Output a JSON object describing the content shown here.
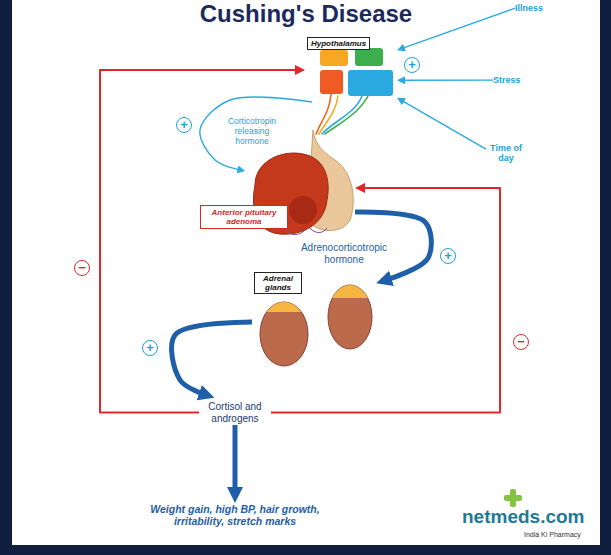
{
  "diagram": {
    "title": "Cushing's Disease",
    "nodes": [
      {
        "text": [
          "Illness"
        ]
      },
      {
        "text": [
          "Hypothalamus"
        ]
      },
      {
        "text": [
          "Stress"
        ]
      },
      {
        "text": [
          "Time of day"
        ]
      },
      {
        "text": [
          "Anterior pituitary adenoma"
        ]
      },
      {
        "text": [
          "Adrenal glands"
        ]
      },
      {
        "text": [
          "Cortisol and androgens"
        ]
      },
      {
        "text": [
          "Weight gain, high BP, hair growth, irritability, stretch marks"
        ]
      }
    ],
    "edges": [
      {
        "from": 0,
        "to": 1,
        "arrow": "to"
      },
      {
        "from": 2,
        "to": 1,
        "arrow": "to"
      },
      {
        "from": 3,
        "to": 1,
        "arrow": "to"
      },
      {
        "from": 1,
        "to": 4,
        "label": "Corticotropin releasing hormone",
        "arrow": "to"
      },
      {
        "from": 4,
        "to": 5,
        "label": "Adrenocorticotropic hormone",
        "arrow": "to"
      },
      {
        "from": 5,
        "to": 6,
        "arrow": "to"
      },
      {
        "from": 6,
        "to": 7,
        "arrow": "to"
      },
      {
        "from": 6,
        "to": 1,
        "arrow": "to"
      },
      {
        "from": 6,
        "to": 4,
        "arrow": "to"
      }
    ],
    "labels": [
      "+",
      "+",
      "+",
      "−",
      "−",
      "+",
      "netmeds.com",
      "India Ki Pharmacy"
    ]
  }
}
